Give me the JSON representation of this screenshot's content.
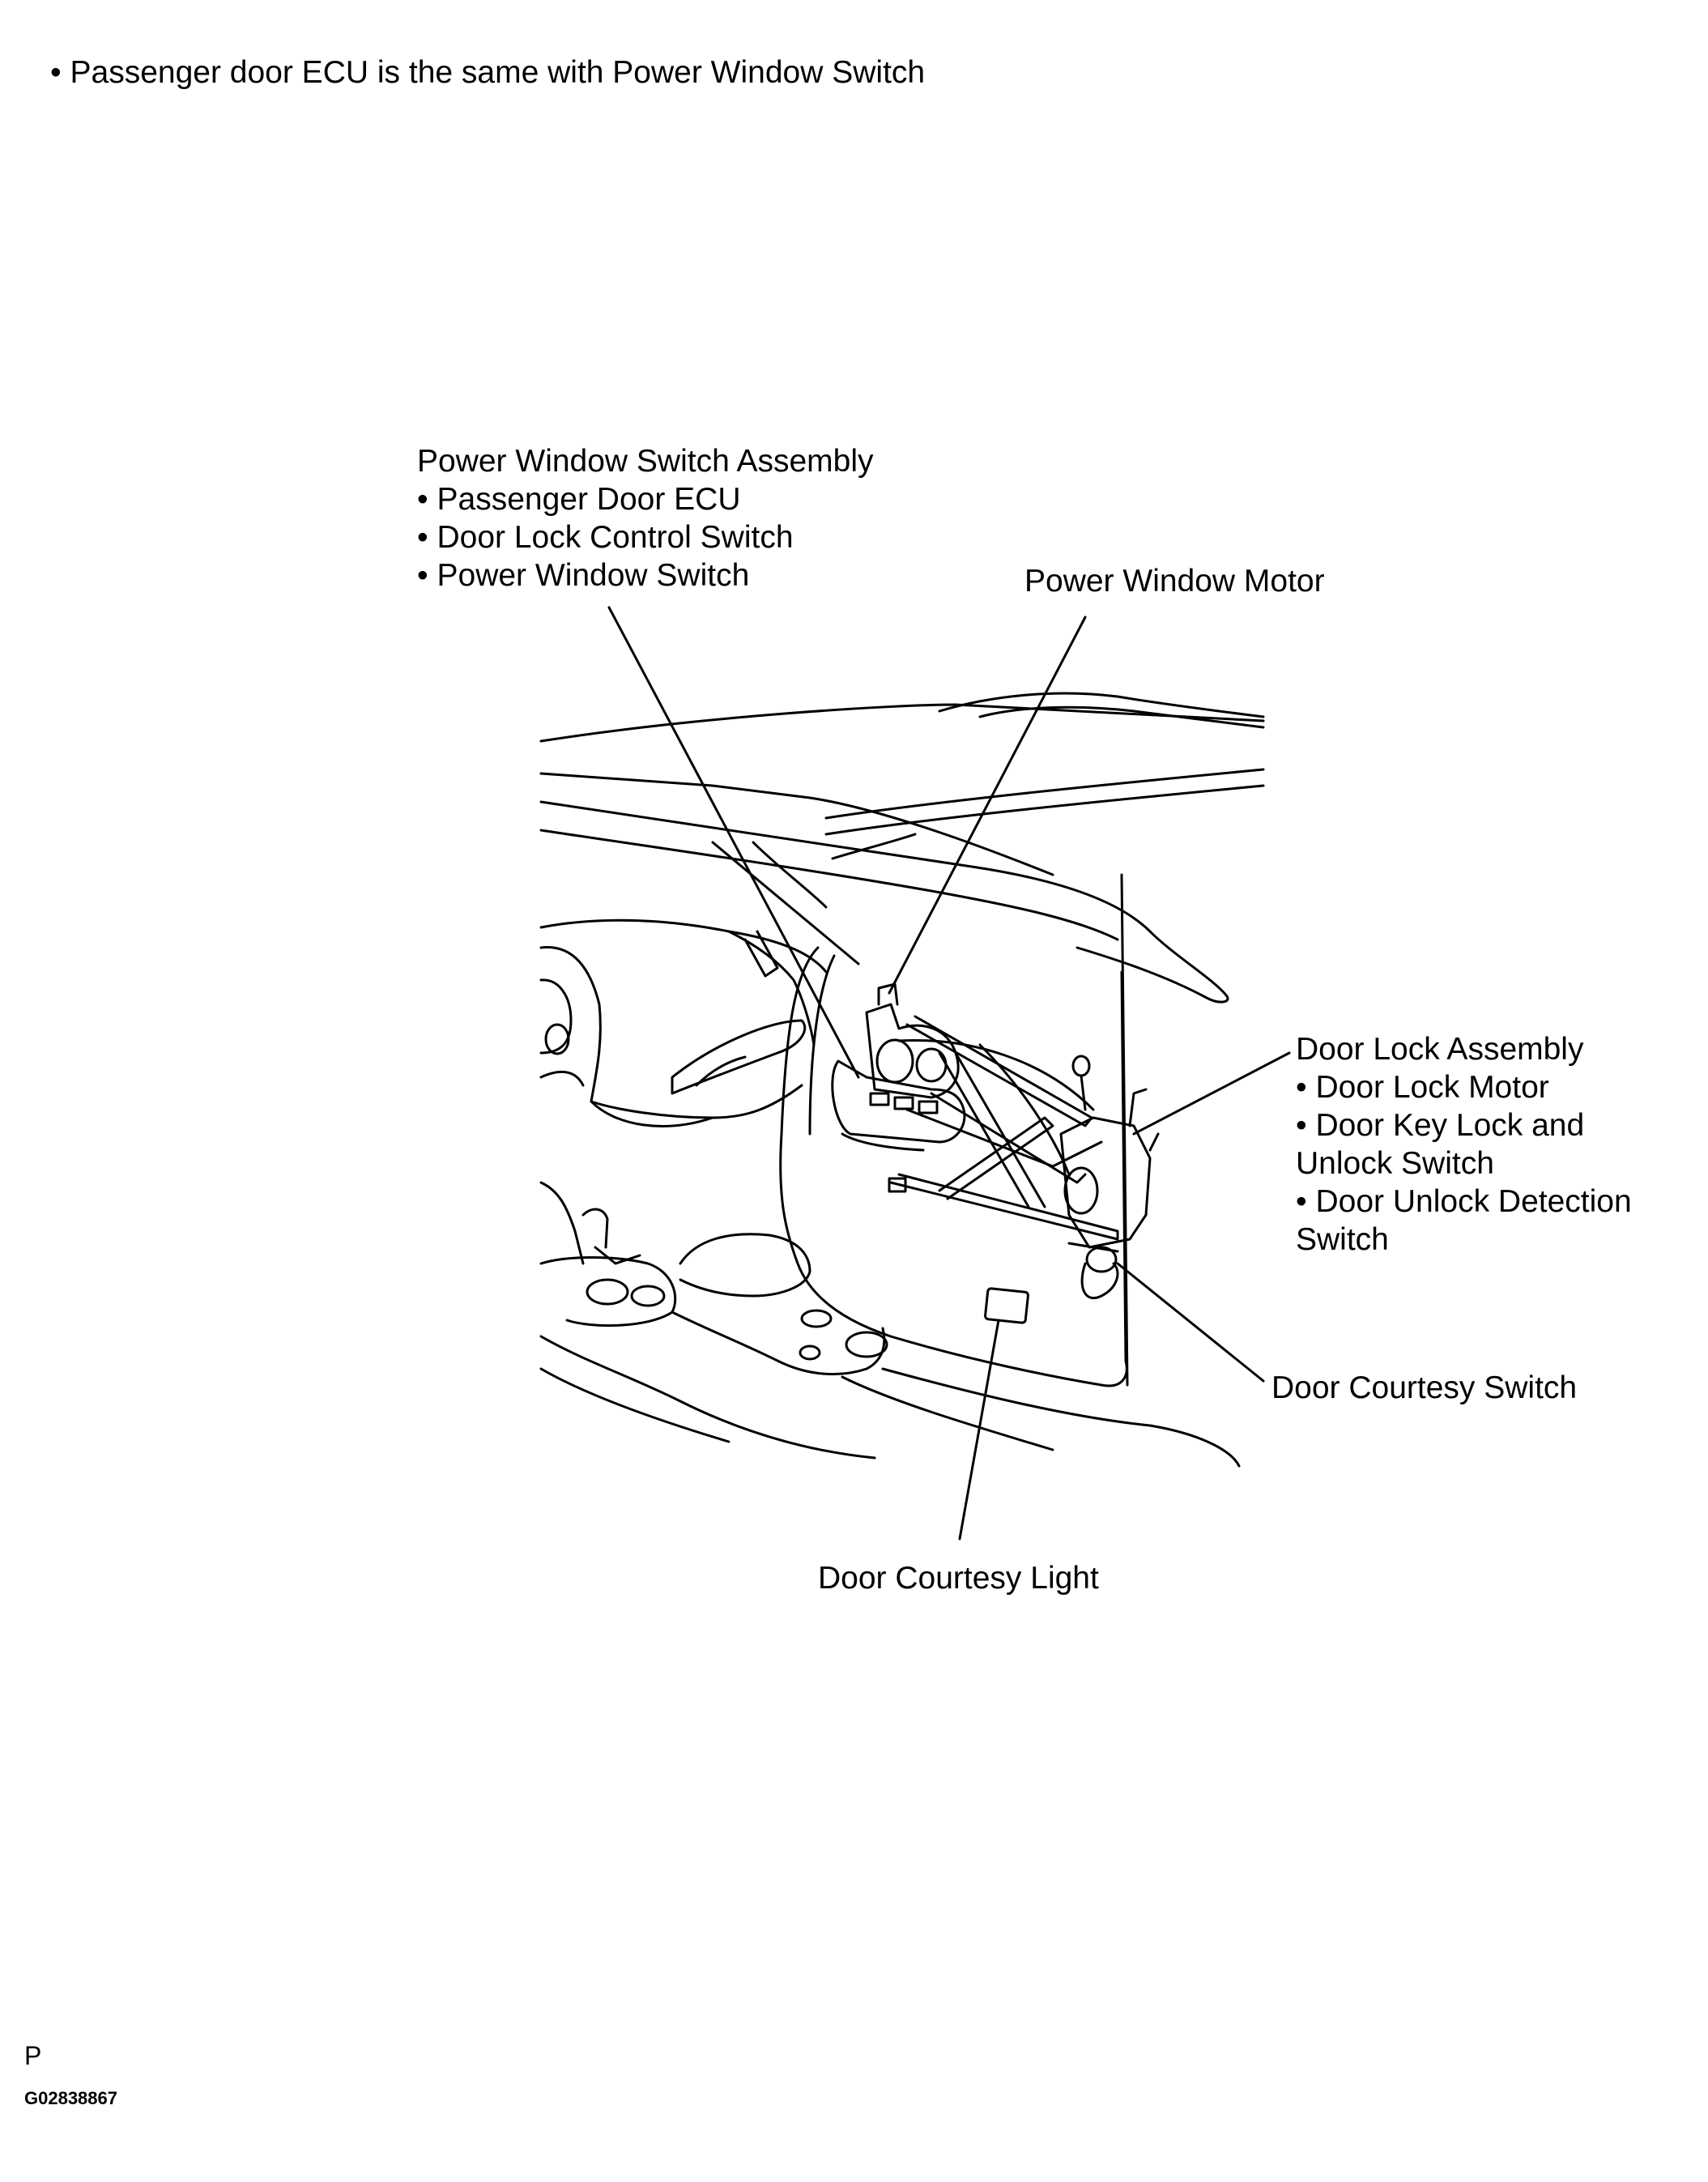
{
  "note": "Passenger door ECU is the same with Power Window Switch",
  "labels": {
    "power_window_switch_assembly": {
      "title": "Power Window Switch Assembly",
      "items": [
        "Passenger Door ECU",
        "Door Lock Control Switch",
        "Power Window Switch"
      ]
    },
    "power_window_motor": {
      "title": "Power Window Motor"
    },
    "door_lock_assembly": {
      "title": "Door Lock Assembly",
      "lines": [
        "• Door Lock Motor",
        "• Door Key Lock and",
        "Unlock Switch",
        "• Door Unlock Detection",
        "Switch"
      ]
    },
    "door_courtesy_switch": {
      "title": "Door Courtesy Switch"
    },
    "door_courtesy_light": {
      "title": "Door Courtesy Light"
    }
  },
  "footer": {
    "page_letter": "P",
    "figure_id": "G02838867"
  }
}
